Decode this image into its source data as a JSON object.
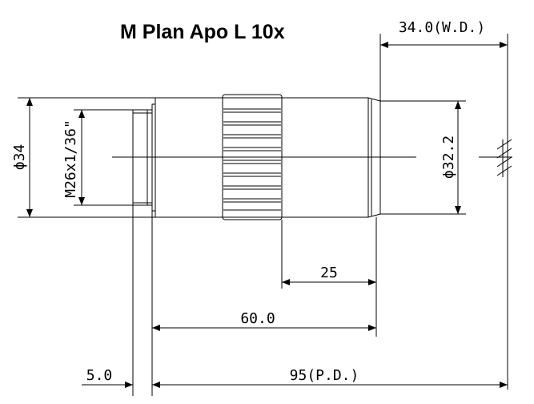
{
  "title": "M Plan Apo  L 10x",
  "dimensions": {
    "working_distance": "34.0(W.D.)",
    "outer_diameter": "ϕ34",
    "thread": "M26x1/36\"",
    "front_diameter": "ϕ32.2",
    "knurl_to_tip": "25",
    "body_length": "60.0",
    "flange_offset": "5.0",
    "parfocal_distance": "95(P.D.)"
  }
}
